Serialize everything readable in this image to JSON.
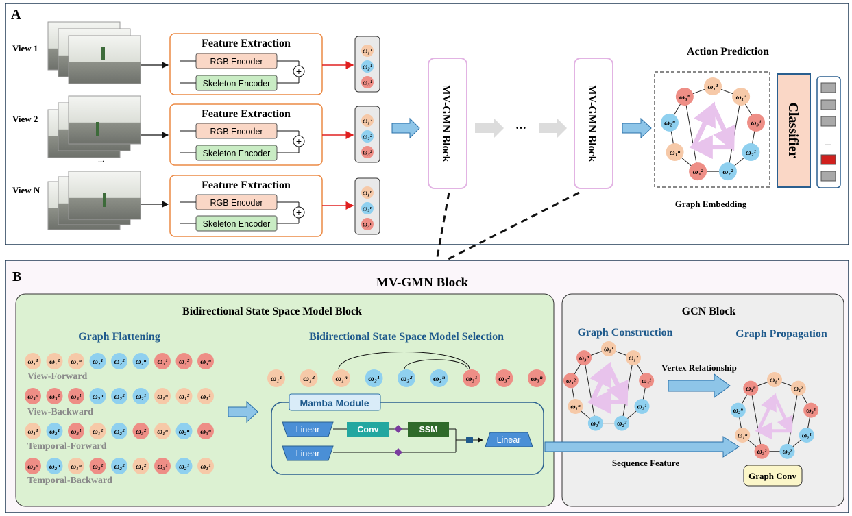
{
  "panel_a": {
    "letter": "A",
    "views": [
      "View 1",
      "View 2",
      "View N"
    ],
    "ellipsis": "...",
    "feature_title": "Feature Extraction",
    "rgb_encoder": "RGB Encoder",
    "skeleton_encoder": "Skeleton Encoder",
    "plus": "+",
    "mvgmn_block": "MV-GMN Block",
    "dots": "···",
    "action_prediction": "Action Prediction",
    "graph_embedding": "Graph Embedding",
    "classifier": "Classifier"
  },
  "panel_b": {
    "letter": "B",
    "title": "MV-GMN Block",
    "bssm_title": "Bidirectional State Space Model Block",
    "graph_flattening": "Graph Flattening",
    "bssm_selection": "Bidirectional State Space Model Selection",
    "view_forward": "View-Forward",
    "view_backward": "View-Backward",
    "temporal_forward": "Temporal-Forward",
    "temporal_backward": "Temporal-Backward",
    "mamba_module": "Mamba Module",
    "linear": "Linear",
    "conv": "Conv",
    "ssm": "SSM",
    "gcn_title": "GCN Block",
    "graph_construction": "Graph Construction",
    "graph_propagation": "Graph Propagation",
    "vertex_relationship": "Vertex Relationship",
    "sequence_feature": "Sequence Feature",
    "graph_conv": "Graph Conv"
  },
  "colors": {
    "orange_node": "#f6c9a8",
    "blue_node": "#8fd0ef",
    "red_node": "#ee8e86",
    "accent_blue": "#1f5a8c"
  },
  "node_labels": {
    "w11": "ω₁¹",
    "w12": "ω₁²",
    "w1n": "ω₁ⁿ",
    "w21": "ω₂¹",
    "w22": "ω₂²",
    "w2n": "ω₂ⁿ",
    "w31": "ω₃¹",
    "w32": "ω₃²",
    "w3n": "ω₃ⁿ"
  }
}
